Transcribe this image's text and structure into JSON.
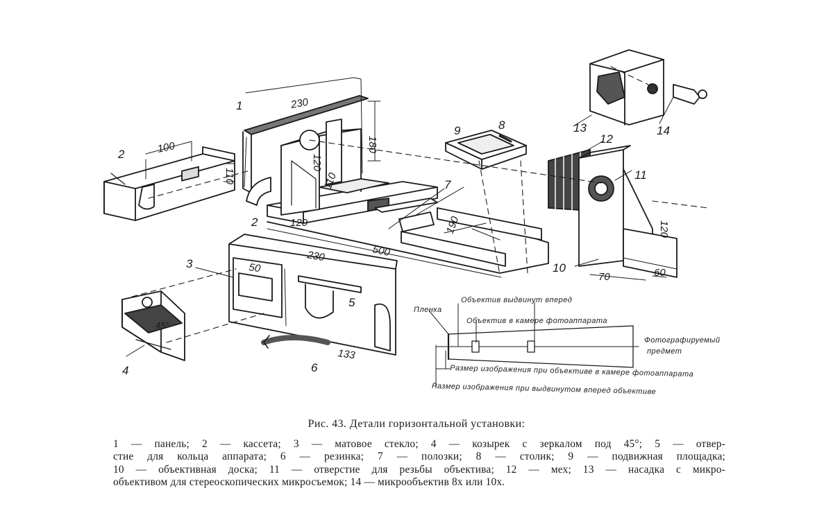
{
  "figure": {
    "numbers": {
      "n1": "1",
      "n2a": "2",
      "n2b": "2",
      "n3": "3",
      "n4": "4",
      "n5": "5",
      "n6": "6",
      "n7": "7",
      "n8": "8",
      "n9": "9",
      "n10": "10",
      "n11": "11",
      "n12": "12",
      "n13": "13",
      "n14": "14"
    },
    "dimensions": {
      "d230a": "230",
      "d180": "180",
      "d110": "110",
      "d100": "100",
      "d120a": "120",
      "d120b": "120",
      "d110b": "110",
      "d190": "190",
      "d500": "500",
      "d230b": "230",
      "d50": "50",
      "d133": "133",
      "d120c": "120",
      "d70": "70",
      "d60": "60",
      "d45": "45°"
    },
    "optics": {
      "plenka": "Пленка",
      "forward": "Объектив выдвинут вперед",
      "in_camera": "Объектив в камере фотоаппарата",
      "subject_1": "Фотографируемый",
      "subject_2": "предмет",
      "size_in_camera": "Размер изображения при объективе в камере фотоаппарата",
      "size_forward": "Размер изображения при выдвинутом вперед объективе"
    }
  },
  "caption": "Рис. 43. Детали горизонтальной установки:",
  "legend_lines": [
    "1 — панель;  2 — кассета;  3 — матовое стекло; 4 — козырек с зеркалом под 45°;  5 — отвер-",
    "стие для кольца аппарата;  6 — резинка;  7 — полозки;  8 — столик;  9 — подвижная площадка;",
    "10 — объективная доска; 11 — отверстие для резьбы объектива; 12 — мех; 13 — насадка с микро-",
    "объективом для стереоскопических микросъемок; 14 — микрообъектив 8х или 10х."
  ]
}
